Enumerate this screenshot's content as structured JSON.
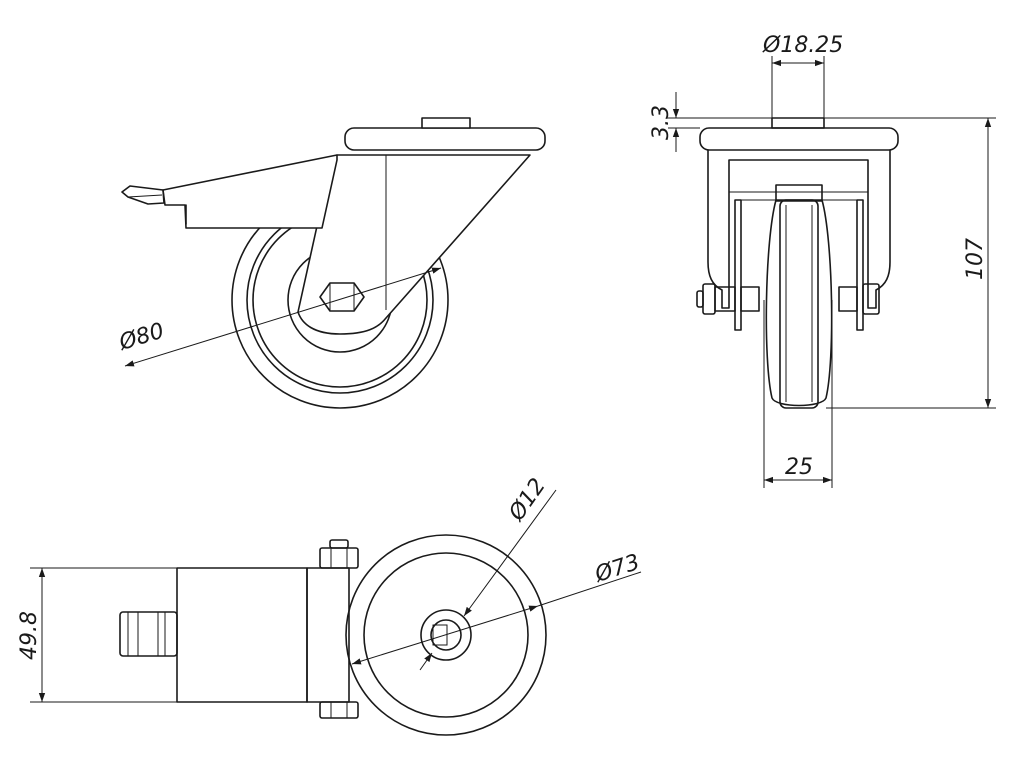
{
  "dimensions": {
    "wheel_diameter": "Ø80",
    "top_plate_hole": "Ø18.25",
    "top_plate_thickness": "3.3",
    "overall_height": "107",
    "wheel_width": "25",
    "axle_bore": "Ø12",
    "hub_diameter": "Ø73",
    "bracket_width": "49.8"
  },
  "colors": {
    "line": "#1a1a1a",
    "background": "#ffffff"
  }
}
